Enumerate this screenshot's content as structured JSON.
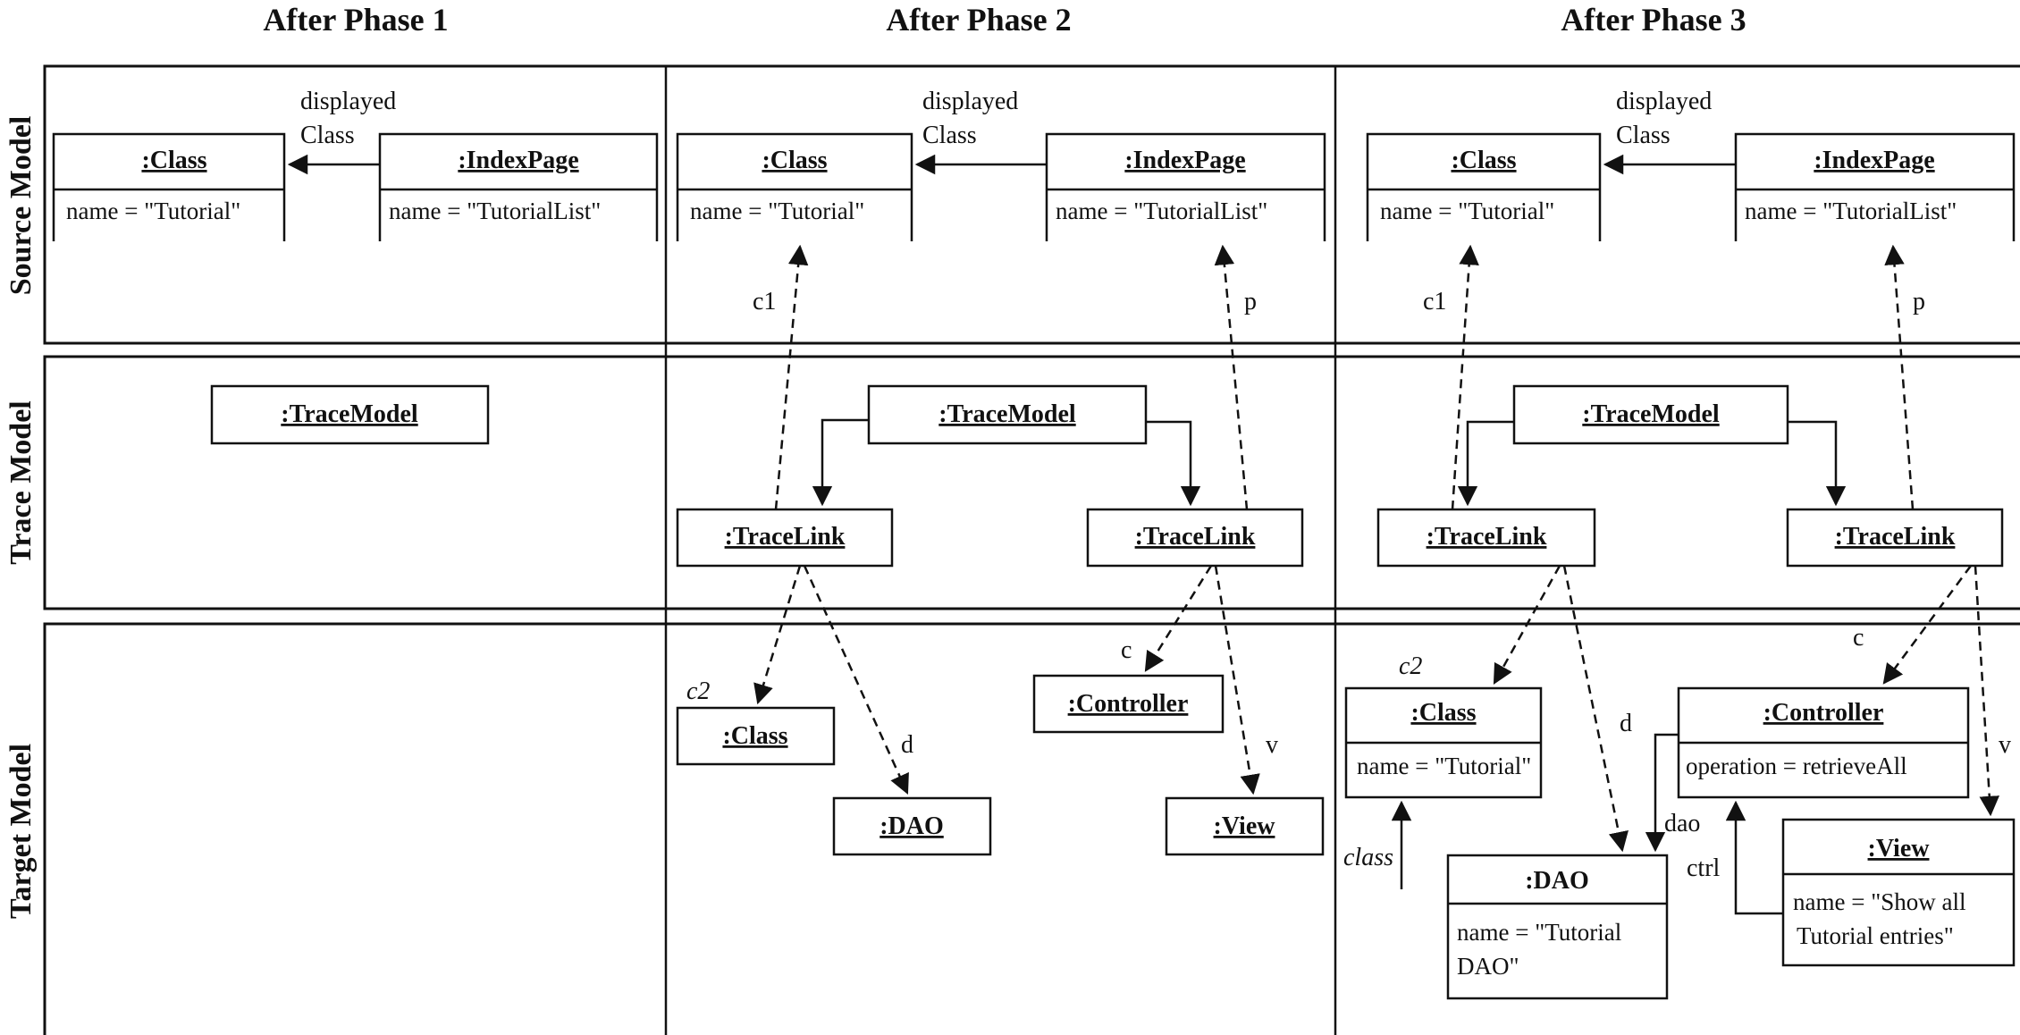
{
  "headers": {
    "phase1": "After Phase 1",
    "phase2": "After Phase 2",
    "phase3": "After Phase 3"
  },
  "row_labels": {
    "source": "Source Model",
    "trace": "Trace Model",
    "target": "Target Model"
  },
  "objects": {
    "class_title": ":Class",
    "class_attr": "name = \"Tutorial\"",
    "indexpage_title": ":IndexPage",
    "indexpage_attr": "name = \"TutorialList\"",
    "tracemodel_title": ":TraceModel",
    "tracelink_title": ":TraceLink",
    "controller_title": ":Controller",
    "controller_attr": "operation = retrieveAll",
    "dao_title": ":DAO",
    "dao_attr_1": "name = \"Tutorial",
    "dao_attr_2": "DAO\"",
    "view_title": ":View",
    "view_attr_1": "name = \"Show all",
    "view_attr_2": "Tutorial entries\""
  },
  "edge_labels": {
    "displayed": "displayed",
    "class_word": "Class",
    "c1": "c1",
    "p": "p",
    "c2": "c2",
    "d": "d",
    "c": "c",
    "v": "v",
    "dao": "dao",
    "ctrl": "ctrl",
    "class": "class"
  }
}
